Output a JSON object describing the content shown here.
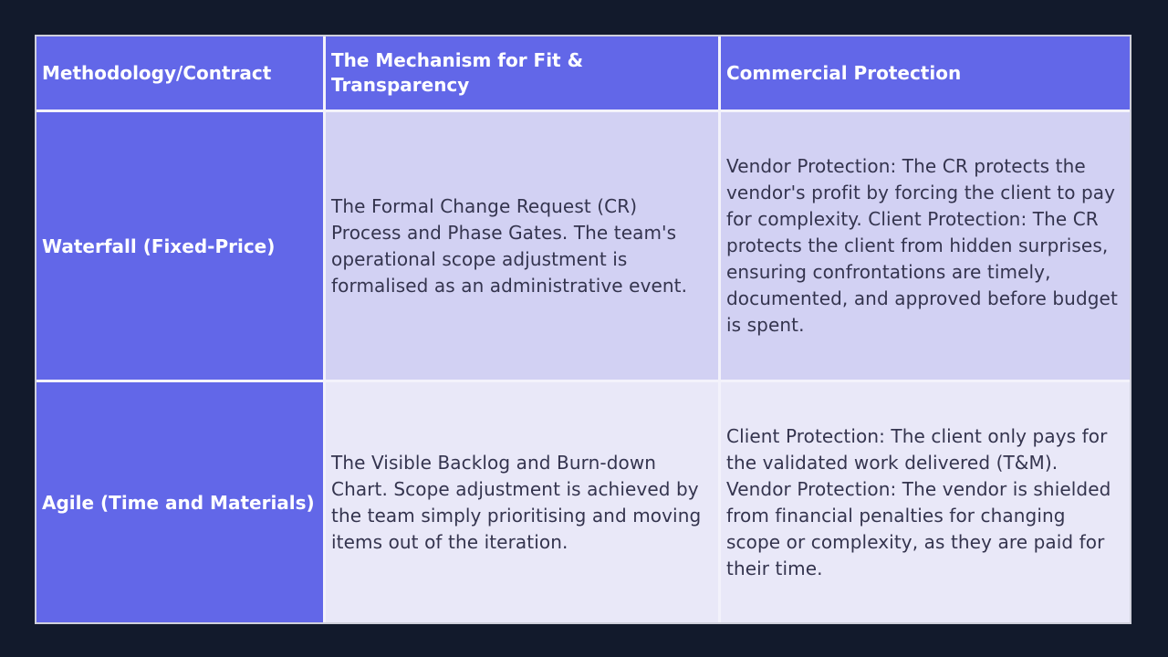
{
  "colors": {
    "page-bg": "#121a2c",
    "accent-purple": "#6267e8",
    "row1-bg": "#d2d1f3",
    "row2-bg": "#e9e8f8",
    "grid-line": "#f3f2fb",
    "header-text": "#ffffff",
    "body-text": "#34344e"
  },
  "table": {
    "columns": [
      {
        "label": "Methodology/Contract"
      },
      {
        "label": "The Mechanism for Fit &\nTransparency"
      },
      {
        "label": "Commercial Protection"
      }
    ],
    "rows": [
      {
        "methodology": "Waterfall (Fixed-Price)",
        "mechanism": "The Formal Change Request (CR) Process and Phase Gates. The team's operational scope adjustment is formalised as an administrative event.",
        "protection": "Vendor Protection: The CR protects the vendor's profit by forcing the client to pay for complexity. Client Protection: The CR protects the client from hidden surprises, ensuring confrontations are timely, documented, and approved before budget is spent."
      },
      {
        "methodology": "Agile (Time and Materials)",
        "mechanism": "The Visible Backlog and Burn-down Chart. Scope adjustment is achieved by the team simply prioritising and moving items out of the iteration.",
        "protection": "Client Protection: The client only pays for the validated work delivered (T&M). Vendor Protection: The vendor is shielded from financial penalties for changing scope or complexity, as they are paid for their time."
      }
    ]
  }
}
